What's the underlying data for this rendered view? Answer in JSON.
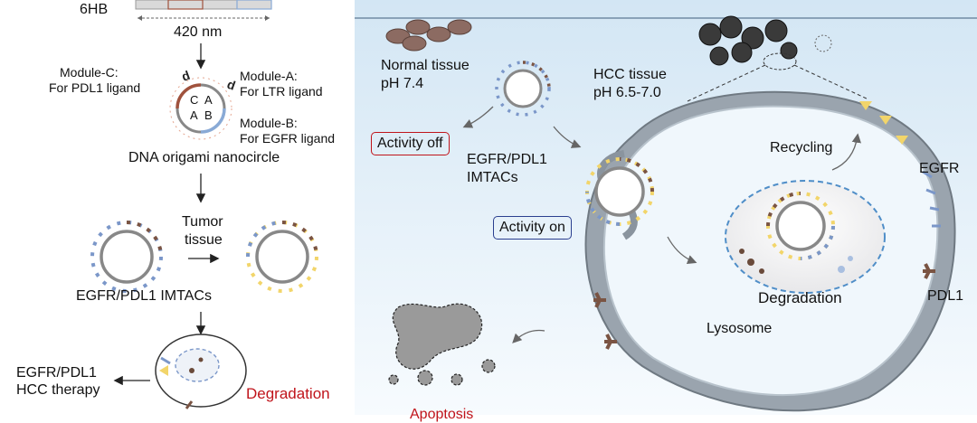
{
  "left_panel": {
    "hb_label": "6HB",
    "length_label": "420 nm",
    "module_c": {
      "title": "Module-C:",
      "desc": "For PDL1 ligand"
    },
    "module_a": {
      "title": "Module-A:",
      "desc": "For LTR ligand"
    },
    "module_b": {
      "title": "Module-B:",
      "desc": "For EGFR ligand"
    },
    "circle_letters": [
      "C",
      "A",
      "A",
      "B"
    ],
    "nanocircle_label": "DNA origami nanocircle",
    "tumor_label": [
      "Tumor",
      "tissue"
    ],
    "imtacs_label": "EGFR/PDL1 IMTACs",
    "therapy_label": [
      "EGFR/PDL1",
      "HCC therapy"
    ],
    "degradation_label": "Degradation"
  },
  "right_panel": {
    "normal_tissue": [
      "Normal tissue",
      "pH 7.4"
    ],
    "hcc_tissue": [
      "HCC tissue",
      "pH 6.5-7.0"
    ],
    "activity_off": "Activity off",
    "activity_on": "Activity on",
    "imtacs_label": [
      "EGFR/PDL1",
      "IMTACs"
    ],
    "recycling": "Recycling",
    "egfr": "EGFR",
    "pdl1": "PDL1",
    "degradation": "Degradation",
    "lysosome": "Lysosome",
    "apoptosis": "Apoptosis"
  },
  "colors": {
    "blue_ligand": "#7b97c9",
    "brown_ligand": "#7a5443",
    "yellow_ligand": "#f2d56a",
    "red_text": "#c0141b",
    "box_blue": "#2a3f8f",
    "background_blue": "#dfeef9"
  }
}
